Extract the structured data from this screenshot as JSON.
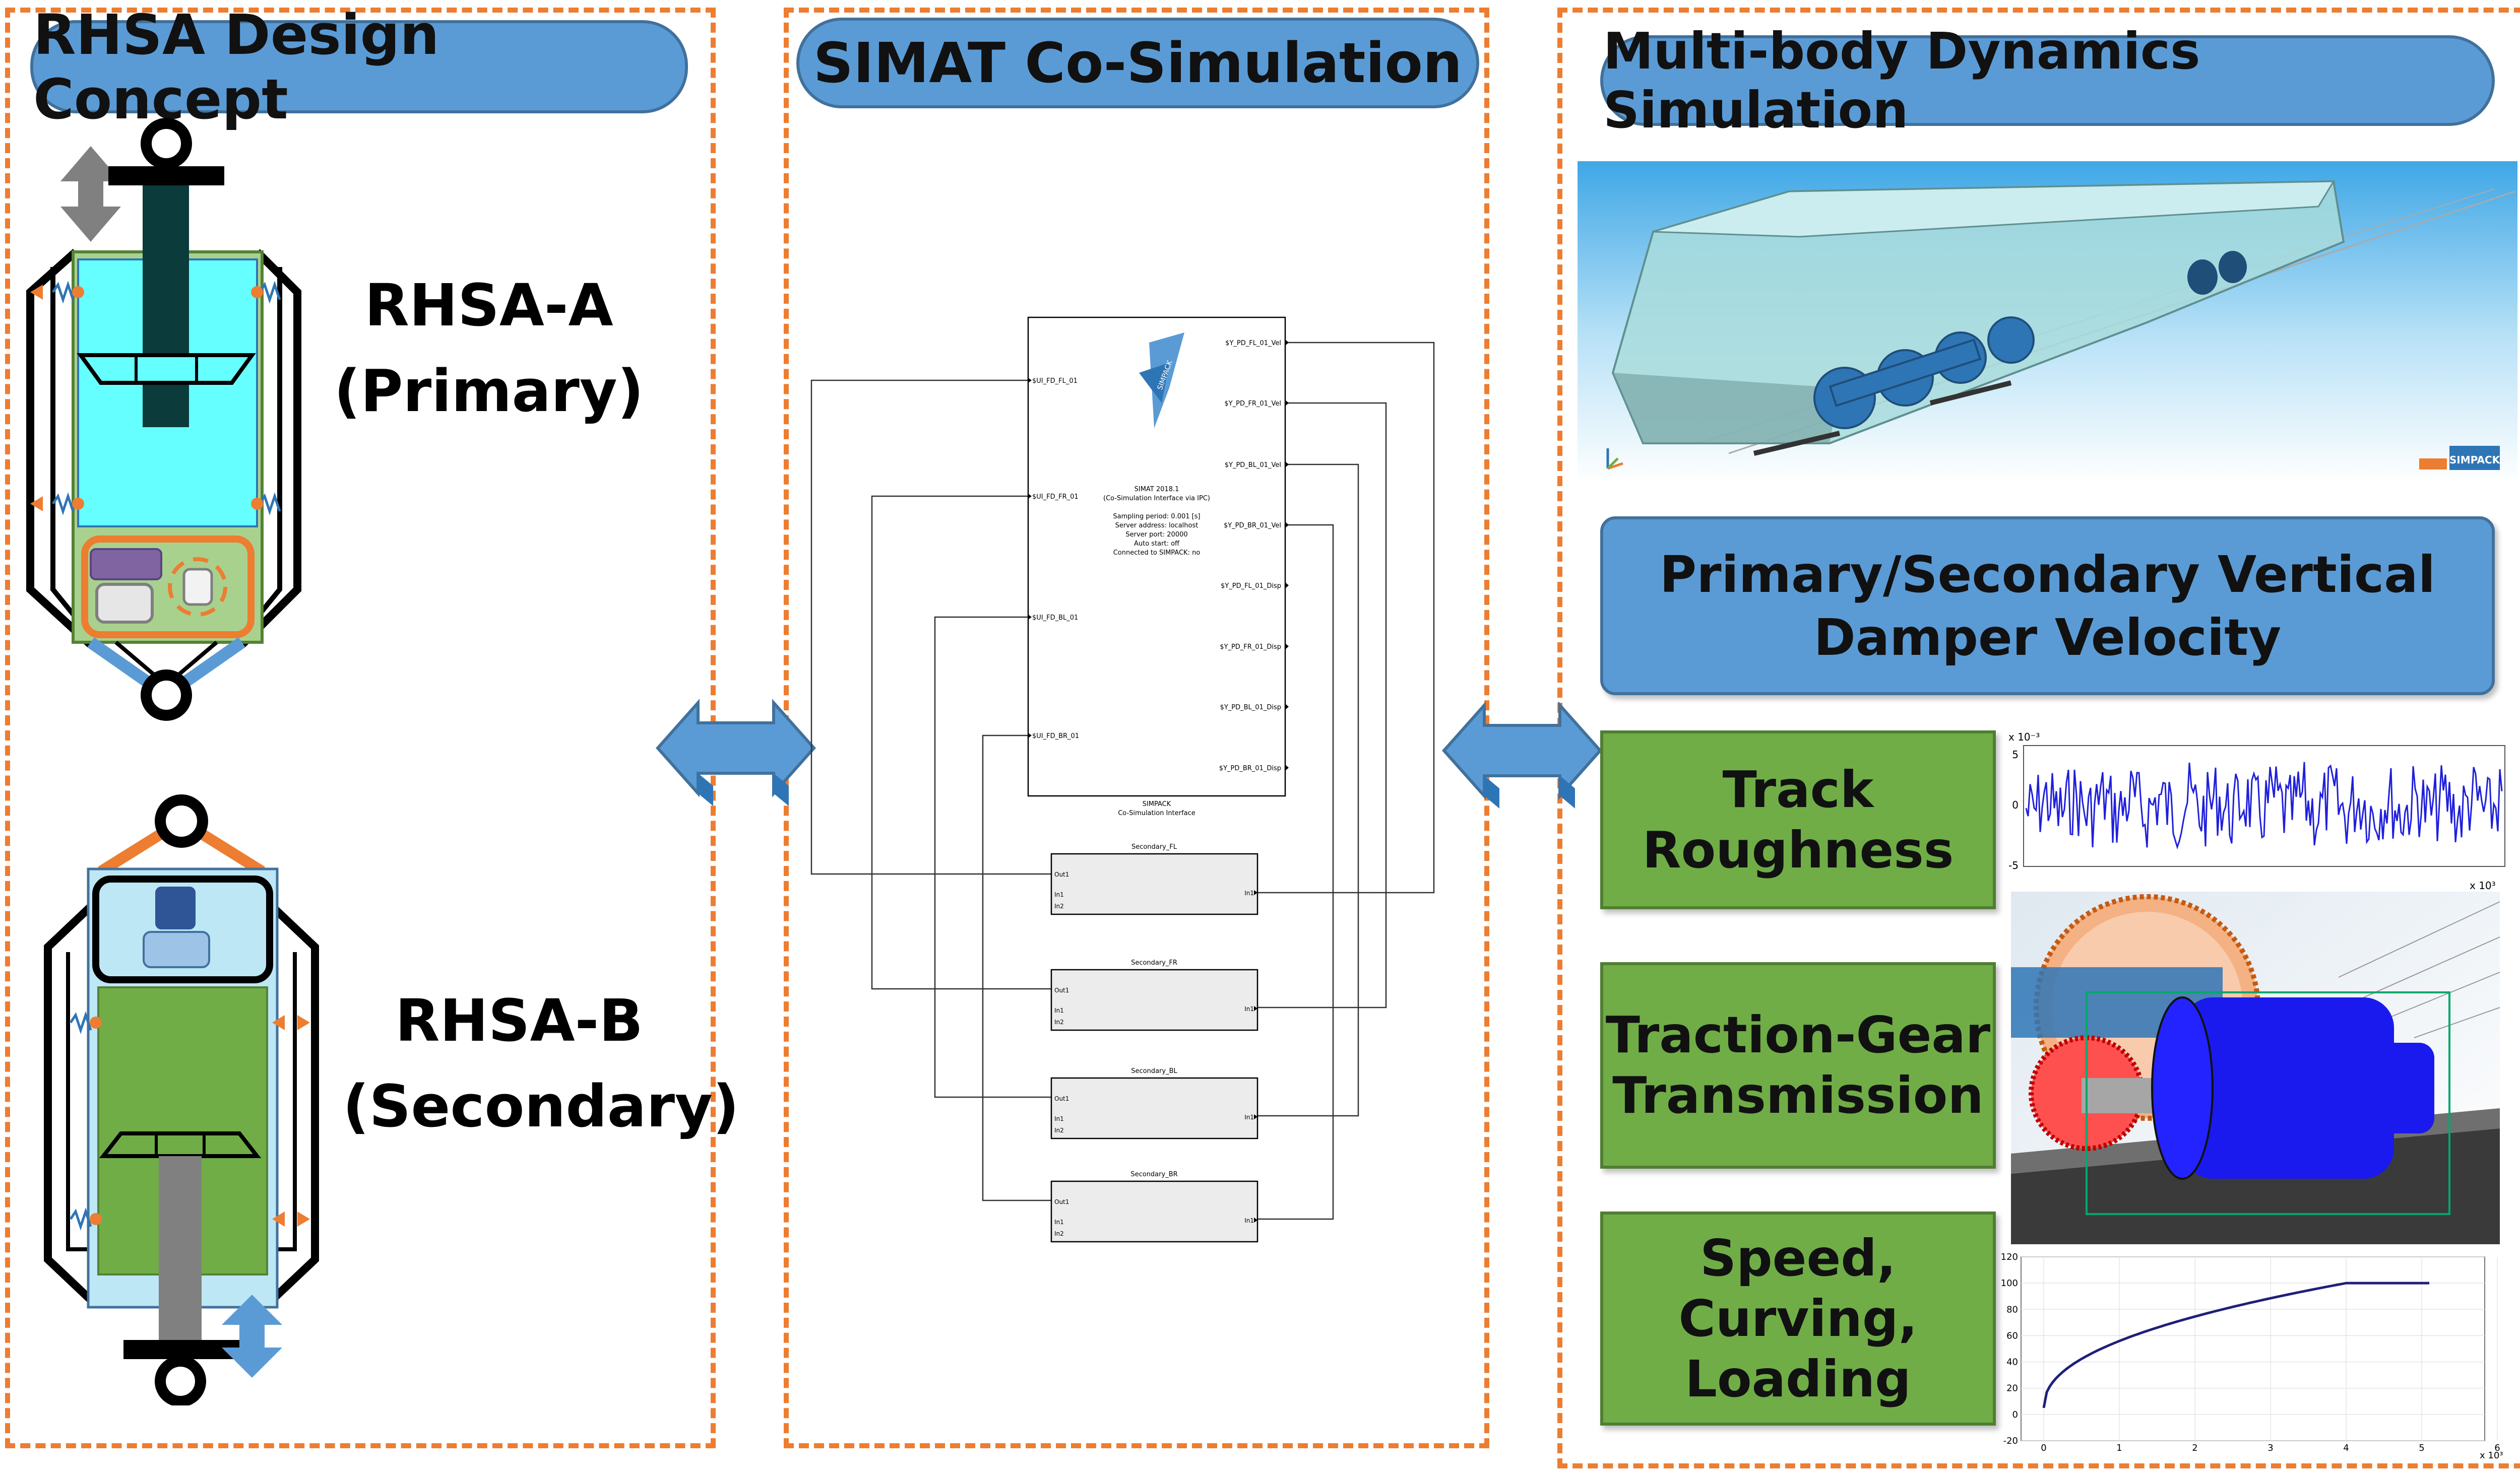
{
  "panels": {
    "left": {
      "title": "RHSA Design Concept"
    },
    "middle": {
      "title": "SIMAT Co-Simulation"
    },
    "right": {
      "title": "Multi-body Dynamics Simulation"
    }
  },
  "rhsa_a": {
    "name": "RHSA-A",
    "sub": "(Primary)"
  },
  "rhsa_b": {
    "name": "RHSA-B",
    "sub": "(Secondary)"
  },
  "simat": {
    "inputs": [
      "$UI_FD_FL_01",
      "$UI_FD_FR_01",
      "$UI_FD_BL_01",
      "$UI_FD_BR_01"
    ],
    "outputs": [
      "$Y_PD_FL_01_Vel",
      "$Y_PD_FR_01_Vel",
      "$Y_PD_BL_01_Vel",
      "$Y_PD_BR_01_Vel",
      "$Y_PD_FL_01_Disp",
      "$Y_PD_FR_01_Disp",
      "$Y_PD_BL_01_Disp",
      "$Y_PD_BR_01_Disp"
    ],
    "info": "SIMAT 2018.1\n(Co-Simulation Interface via IPC)\n\nSampling period: 0.001 [s]\nServer address: localhost\nServer port: 20000\nAuto start: off\nConnected to SIMPACK: no",
    "block_caption": "SIMPACK\nCo-Simulation Interface",
    "logo": "SIMPACK",
    "subsystems": [
      {
        "title": "Secondary_FL",
        "out": "Out1",
        "in1": "In1",
        "in2": "In2",
        "right": "In1"
      },
      {
        "title": "Secondary_FR",
        "out": "Out1",
        "in1": "In1",
        "in2": "In2",
        "right": "In1"
      },
      {
        "title": "Secondary_BL",
        "out": "Out1",
        "in1": "In1",
        "in2": "In2",
        "right": "In1"
      },
      {
        "title": "Secondary_BR",
        "out": "Out1",
        "in1": "In1",
        "in2": "In2",
        "right": "In1"
      }
    ]
  },
  "right": {
    "logo": "SIMPACK",
    "velocity_box": "Primary/Secondary Vertical\nDamper Velocity",
    "items": [
      {
        "label": "Track\nRoughness"
      },
      {
        "label": "Traction-Gear\nTransmission"
      },
      {
        "label": "Speed,\nCurving,\nLoading"
      }
    ],
    "rough_plot": {
      "exp_top": "x 10⁻³",
      "y_ticks": [
        "5",
        "0",
        "-5"
      ],
      "exp_bottom": "x 10³"
    },
    "speed_plot": {
      "y_ticks": [
        "120",
        "100",
        "80",
        "60",
        "40",
        "20",
        "0",
        "-20"
      ],
      "x_ticks": [
        "0",
        "1",
        "2",
        "3",
        "4",
        "5",
        "6"
      ],
      "exp_bottom": "x 10³"
    }
  },
  "colors": {
    "accent_orange": "#ed7d31",
    "pill_blue": "#5b9bd5",
    "box_green": "#70ad47"
  }
}
